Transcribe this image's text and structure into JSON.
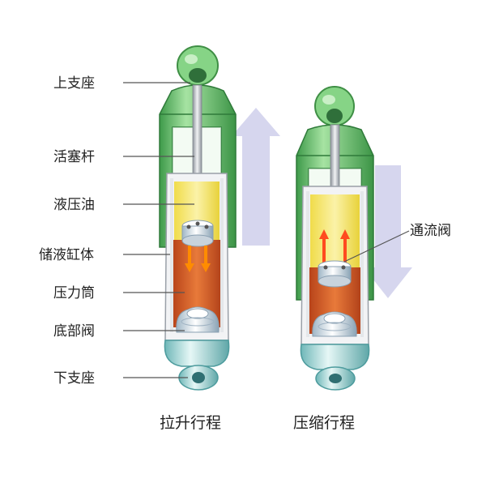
{
  "labels": {
    "upper_mount": "上支座",
    "piston_rod": "活塞杆",
    "hydraulic_oil": "液压油",
    "reservoir_cylinder": "储液缸体",
    "pressure_tube": "压力筒",
    "base_valve": "底部阀",
    "lower_mount": "下支座",
    "flow_valve": "通流阀"
  },
  "captions": {
    "extension_stroke": "拉升行程",
    "compression_stroke": "压缩行程"
  },
  "colors": {
    "mount_green": "#7fd07f",
    "outer_tube_green": "#67bf6a",
    "base_teal": "#bfe6e6",
    "rod_gray": "#c9ccd1",
    "oil_yellow": "#f3e36b",
    "pressure_orange": "#e06a2a",
    "arrow_lavender": "#d7d7ee",
    "arrow_orange": "#ff8800",
    "arrow_red": "#ff4020"
  }
}
